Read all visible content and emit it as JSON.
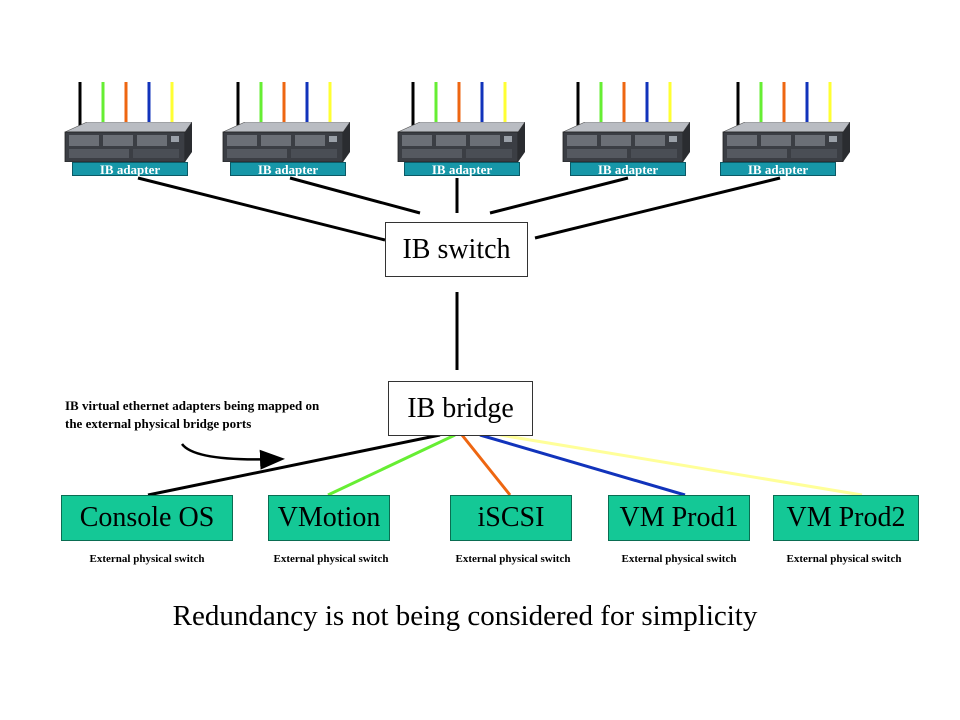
{
  "servers": [
    {
      "adapter_label": "IB adapter"
    },
    {
      "adapter_label": "IB adapter"
    },
    {
      "adapter_label": "IB adapter"
    },
    {
      "adapter_label": "IB adapter"
    },
    {
      "adapter_label": "IB adapter"
    }
  ],
  "cable_colors": [
    "#000000",
    "#66ee33",
    "#ee6611",
    "#1133bb",
    "#ffff33"
  ],
  "ib_switch": {
    "label": "IB switch"
  },
  "ib_bridge": {
    "label": "IB bridge"
  },
  "annotation": {
    "line1": "IB virtual ethernet adapters being mapped on",
    "line2": "the external physical bridge ports"
  },
  "networks": [
    {
      "label": "Console OS",
      "sublabel": "External physical switch",
      "color": "#000000"
    },
    {
      "label": "VMotion",
      "sublabel": "External physical switch",
      "color": "#66ee33"
    },
    {
      "label": "iSCSI",
      "sublabel": "External physical switch",
      "color": "#ee6611"
    },
    {
      "label": "VM Prod1",
      "sublabel": "External physical switch",
      "color": "#1133bb"
    },
    {
      "label": "VM Prod2",
      "sublabel": "External physical switch",
      "color": "#ffff99"
    }
  ],
  "footer": "Redundancy is not being considered for simplicity",
  "colors": {
    "adapter_bg": "#1797a8",
    "network_bg": "#14c896"
  }
}
